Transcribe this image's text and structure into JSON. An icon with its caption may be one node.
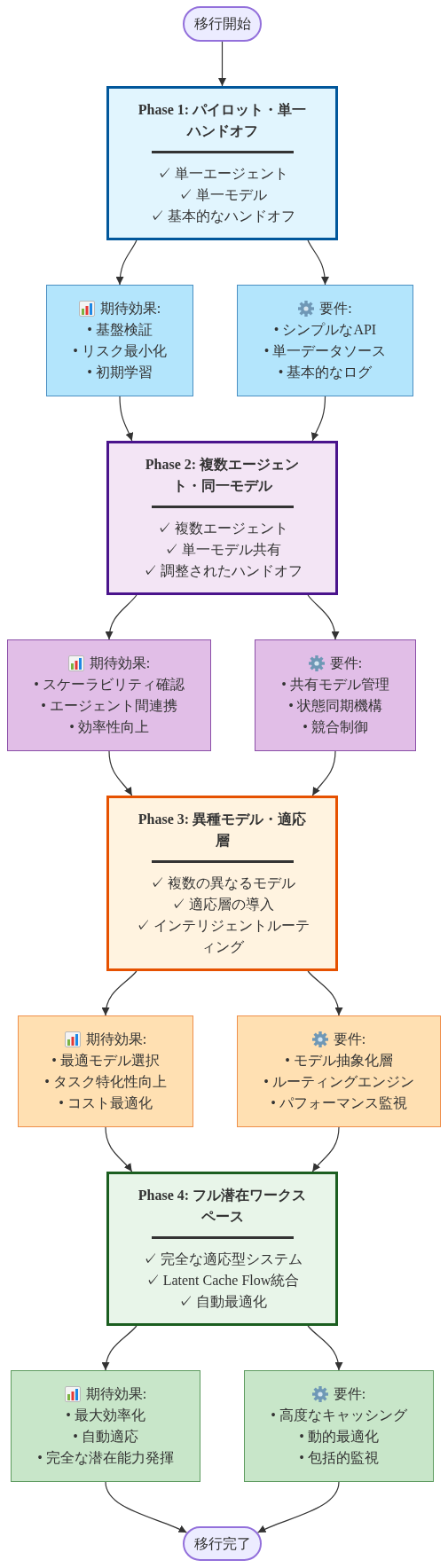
{
  "diagram": {
    "nodes": [
      {
        "text": [
          "移行開始"
        ]
      },
      {
        "text": [
          "Phase 1: パイロット・単一ハンドオフ",
          "✓ 単一エージェント",
          "✓ 単一モデル",
          "✓ 基本的なハンドオフ"
        ]
      },
      {
        "text": [
          "期待効果:",
          "• 基盤検証",
          "• リスク最小化",
          "• 初期学習"
        ]
      },
      {
        "text": [
          "要件:",
          "• シンプルなAPI",
          "• 単一データソース",
          "• 基本的なログ"
        ]
      },
      {
        "text": [
          "Phase 2: 複数エージェント・同一モデル",
          "✓ 複数エージェント",
          "✓ 単一モデル共有",
          "✓ 調整されたハンドオフ"
        ]
      },
      {
        "text": [
          "期待効果:",
          "• スケーラビリティ確認",
          "• エージェント間連携",
          "• 効率性向上"
        ]
      },
      {
        "text": [
          "要件:",
          "• 共有モデル管理",
          "• 状態同期機構",
          "• 競合制御"
        ]
      },
      {
        "text": [
          "Phase 3: 異種モデル・適応層",
          "✓ 複数の異なるモデル",
          "✓ 適応層の導入",
          "✓ インテリジェントルーティング"
        ]
      },
      {
        "text": [
          "期待効果:",
          "• 最適モデル選択",
          "• タスク特化性向上",
          "• コスト最適化"
        ]
      },
      {
        "text": [
          "要件:",
          "• モデル抽象化層",
          "• ルーティングエンジン",
          "• パフォーマンス監視"
        ]
      },
      {
        "text": [
          "Phase 4: フル潜在ワークスペース",
          "✓ 完全な適応型システム",
          "✓ Latent Cache Flow統合",
          "✓ 自動最適化"
        ]
      },
      {
        "text": [
          "期待効果:",
          "• 最大効率化",
          "• 自動適応",
          "• 完全な潜在能力発揮"
        ]
      },
      {
        "text": [
          "要件:",
          "• 高度なキャッシング",
          "• 動的最適化",
          "• 包括的監視"
        ]
      },
      {
        "text": [
          "移行完了"
        ]
      }
    ],
    "edges": [
      {
        "from": 0,
        "to": 1,
        "arrow": "to"
      },
      {
        "from": 1,
        "to": 2,
        "arrow": "to"
      },
      {
        "from": 1,
        "to": 3,
        "arrow": "to"
      },
      {
        "from": 2,
        "to": 4,
        "arrow": "to"
      },
      {
        "from": 3,
        "to": 4,
        "arrow": "to"
      },
      {
        "from": 4,
        "to": 5,
        "arrow": "to"
      },
      {
        "from": 4,
        "to": 6,
        "arrow": "to"
      },
      {
        "from": 5,
        "to": 7,
        "arrow": "to"
      },
      {
        "from": 6,
        "to": 7,
        "arrow": "to"
      },
      {
        "from": 7,
        "to": 8,
        "arrow": "to"
      },
      {
        "from": 7,
        "to": 9,
        "arrow": "to"
      },
      {
        "from": 8,
        "to": 10,
        "arrow": "to"
      },
      {
        "from": 9,
        "to": 10,
        "arrow": "to"
      },
      {
        "from": 10,
        "to": 11,
        "arrow": "to"
      },
      {
        "from": 10,
        "to": 12,
        "arrow": "to"
      },
      {
        "from": 11,
        "to": 13,
        "arrow": "to"
      },
      {
        "from": 12,
        "to": 13,
        "arrow": "to"
      }
    ]
  }
}
